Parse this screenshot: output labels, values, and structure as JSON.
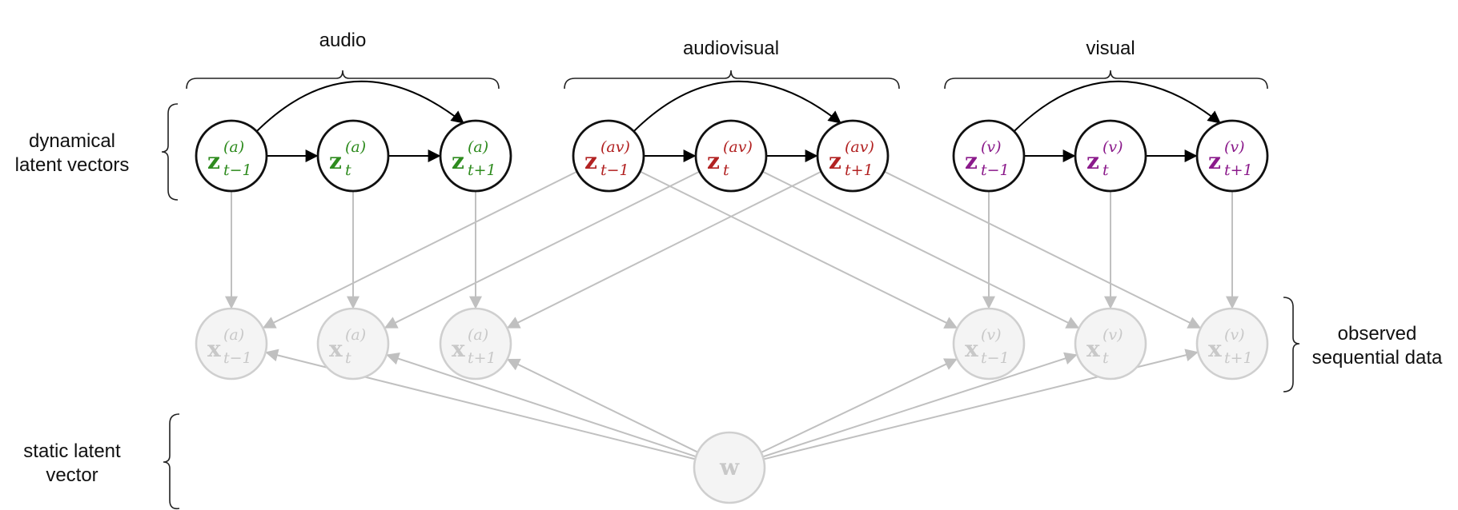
{
  "groups": {
    "audio": "audio",
    "audiovisual": "audiovisual",
    "visual": "visual"
  },
  "side_labels": {
    "dynamical": [
      "dynamical",
      "latent vectors"
    ],
    "observed": [
      "observed",
      "sequential data"
    ],
    "static": [
      "static latent",
      "vector"
    ]
  },
  "colors": {
    "audio": "#2e8b1e",
    "audiovisual": "#b22222",
    "visual": "#8b1a8b",
    "observed": "#c8c8c8",
    "latent_edge": "#000000",
    "faded_edge": "#c0c0c0"
  },
  "nodes": {
    "za_prev": {
      "base": "z",
      "sup": "(a)",
      "sub": "t−1"
    },
    "za_t": {
      "base": "z",
      "sup": "(a)",
      "sub": "t"
    },
    "za_next": {
      "base": "z",
      "sup": "(a)",
      "sub": "t+1"
    },
    "zav_prev": {
      "base": "z",
      "sup": "(av)",
      "sub": "t−1"
    },
    "zav_t": {
      "base": "z",
      "sup": "(av)",
      "sub": "t"
    },
    "zav_next": {
      "base": "z",
      "sup": "(av)",
      "sub": "t+1"
    },
    "zv_prev": {
      "base": "z",
      "sup": "(v)",
      "sub": "t−1"
    },
    "zv_t": {
      "base": "z",
      "sup": "(v)",
      "sub": "t"
    },
    "zv_next": {
      "base": "z",
      "sup": "(v)",
      "sub": "t+1"
    },
    "xa_prev": {
      "base": "x",
      "sup": "(a)",
      "sub": "t−1"
    },
    "xa_t": {
      "base": "x",
      "sup": "(a)",
      "sub": "t"
    },
    "xa_next": {
      "base": "x",
      "sup": "(a)",
      "sub": "t+1"
    },
    "xv_prev": {
      "base": "x",
      "sup": "(v)",
      "sub": "t−1"
    },
    "xv_t": {
      "base": "x",
      "sup": "(v)",
      "sub": "t"
    },
    "xv_next": {
      "base": "x",
      "sup": "(v)",
      "sub": "t+1"
    },
    "w": {
      "base": "w"
    }
  }
}
